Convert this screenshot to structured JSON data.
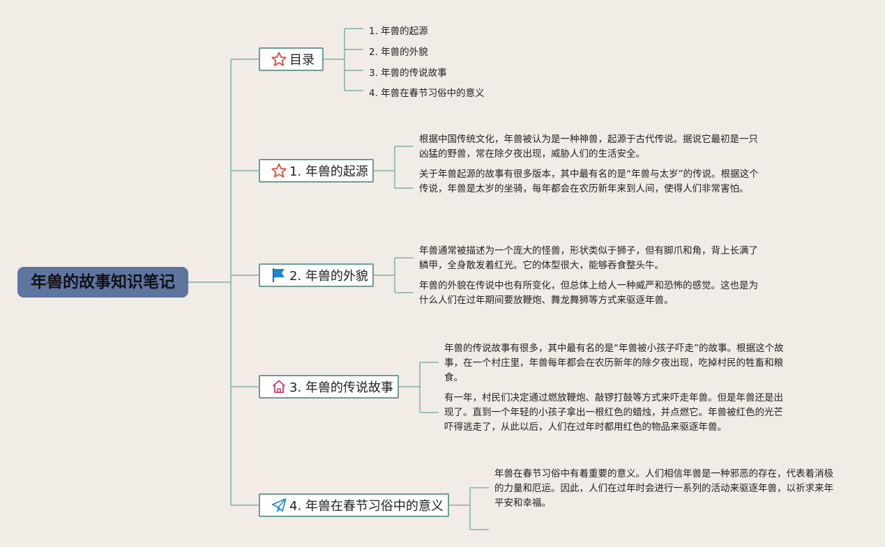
{
  "root": {
    "title": "年兽的故事知识笔记"
  },
  "branches": [
    {
      "label": "目录",
      "icon": "star-outline-icon"
    },
    {
      "label": "1. 年兽的起源",
      "icon": "star-outline-icon"
    },
    {
      "label": "2. 年兽的外貌",
      "icon": "blue-flag-icon"
    },
    {
      "label": "3. 年兽的传说故事",
      "icon": "house-icon"
    },
    {
      "label": "4. 年兽在春节习俗中的意义",
      "icon": "paper-plane-icon"
    }
  ],
  "toc_items": [
    "1. 年兽的起源",
    "2. 年兽的外貌",
    "3. 年兽的传说故事",
    "4. 年兽在春节习俗中的意义"
  ],
  "notes": {
    "origin": [
      "根据中国传统文化，年兽被认为是一种神兽，起源于古代传说。据说它最初是一只凶猛的野兽，常在除夕夜出现，威胁人们的生活安全。",
      "关于年兽起源的故事有很多版本，其中最有名的是“年兽与太岁”的传说。根据这个传说，年兽是太岁的坐骑，每年都会在农历新年来到人间，使得人们非常害怕。"
    ],
    "appearance": [
      "年兽通常被描述为一个庞大的怪兽，形状类似于狮子，但有脚爪和角，背上长满了鳞甲，全身散发着红光。它的体型很大，能够吞食整头牛。",
      "年兽的外貌在传说中也有所变化，但总体上给人一种威严和恐怖的感觉。这也是为什么人们在过年期间要放鞭炮、舞龙舞狮等方式来驱逐年兽。"
    ],
    "legend": [
      "年兽的传说故事有很多，其中最有名的是“年兽被小孩子吓走”的故事。根据这个故事，在一个村庄里，年兽每年都会在农历新年的除夕夜出现，吃掉村民的牲畜和粮食。",
      "有一年，村民们决定通过燃放鞭炮、敲锣打鼓等方式来吓走年兽。但是年兽还是出现了。直到一个年轻的小孩子拿出一根红色的蜡烛，并点燃它。年兽被红色的光芒吓得逃走了，从此以后，人们在过年时都用红色的物品来驱逐年兽。"
    ],
    "meaning": [
      "年兽在春节习俗中有着重要的意义。人们相信年兽是一种邪恶的存在，代表着消极的力量和厄运。因此，人们在过年时会进行一系列的活动来驱逐年兽，以祈求来年平安和幸福。"
    ]
  },
  "colors": {
    "background": "#f2ece7",
    "root": "#5e75a0",
    "line": "#7fb0a3",
    "node_border": "#6f9d91"
  }
}
